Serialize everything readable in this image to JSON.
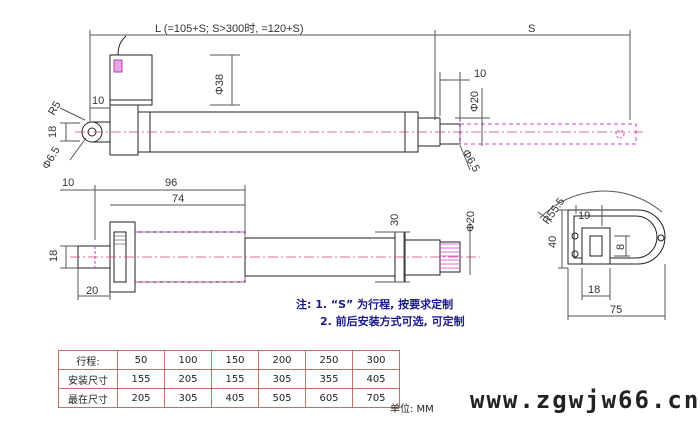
{
  "dimensions": {
    "top_length": "L (=105+S; S>300时, =120+S)",
    "stroke": "S",
    "d_10_right": "10",
    "d_38": "Φ38",
    "d_20": "Φ20",
    "d_R5": "R5",
    "d_10_left": "10",
    "d_18": "18",
    "d_65_left": "Φ6.5",
    "d_65_right": "Φ6.5",
    "d_10_bottom": "10",
    "d_96": "96",
    "d_74": "74",
    "d_30": "30",
    "d_20b": "Φ20",
    "d_18b": "18",
    "d_20c": "20",
    "end_R": "R55.5",
    "end_19": "19",
    "end_40": "40",
    "end_8": "8",
    "end_18": "18",
    "end_75": "75"
  },
  "notes": {
    "line1": "注: 1. “S” 为行程, 按要求定制",
    "line2": "2. 前后安装方式可选, 可定制"
  },
  "table": {
    "rows": [
      [
        "行程:",
        "50",
        "100",
        "150",
        "200",
        "250",
        "300"
      ],
      [
        "安装尺寸",
        "155",
        "205",
        "155",
        "305",
        "355",
        "405"
      ],
      [
        "最在尺寸",
        "205",
        "305",
        "405",
        "505",
        "605",
        "705"
      ]
    ]
  },
  "unit_label": "单位: MM",
  "watermark": "www.zgwjw66.cn"
}
